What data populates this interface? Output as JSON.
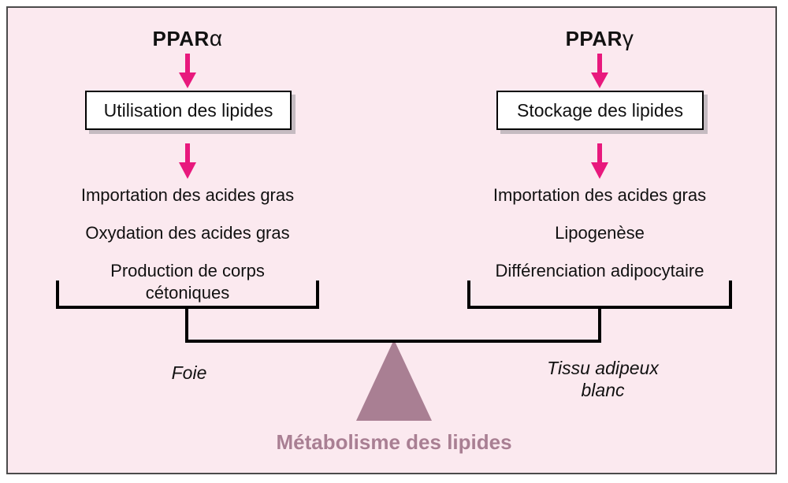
{
  "left_column": {
    "title": {
      "base": "PPAR",
      "greek": "α"
    },
    "box_label": "Utilisation des lipides",
    "items": [
      "Importation des acides gras",
      "Oxydation des acides gras",
      "Production de corps cétoniques"
    ],
    "organ_label": "Foie"
  },
  "right_column": {
    "title": {
      "base": "PPAR",
      "greek": "γ"
    },
    "box_label": "Stockage des lipides",
    "items": [
      "Importation des acides gras",
      "Lipogenèse",
      "Différenciation adipocytaire"
    ],
    "organ_label": "Tissu adipeux blanc"
  },
  "footer": {
    "title": "Métabolisme des lipides"
  },
  "colors": {
    "background": "#fbe9ef",
    "arrow": "#e8197d",
    "accent": "#a97f93",
    "ink": "#111111"
  }
}
